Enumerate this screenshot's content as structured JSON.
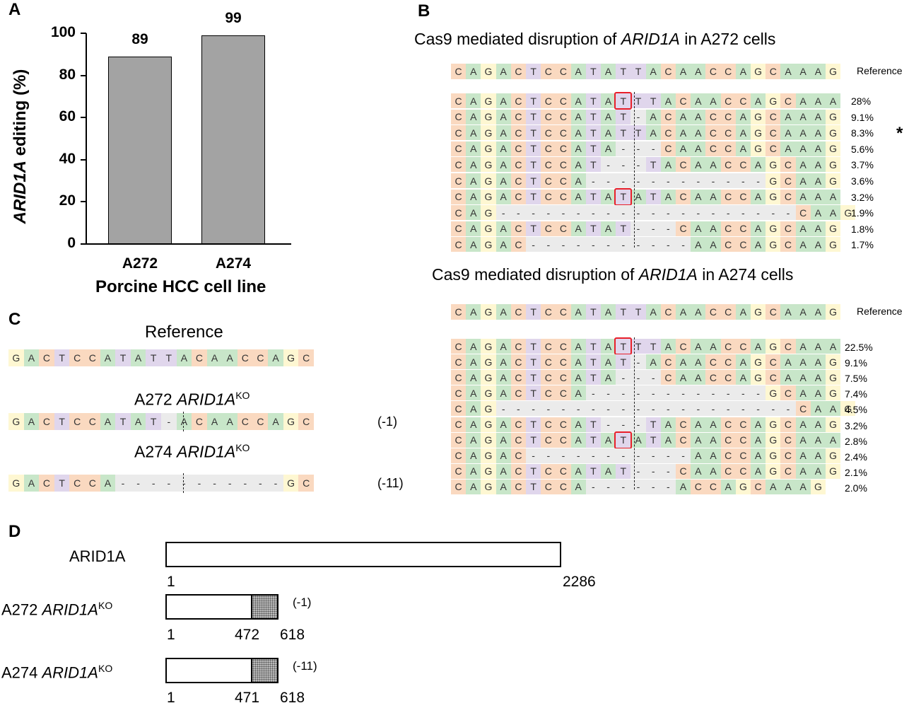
{
  "panels": {
    "a": "A",
    "b": "B",
    "c": "C",
    "d": "D"
  },
  "colors": {
    "A": "#c8e6c9",
    "C": "#fad9c0",
    "G": "#fef7d2",
    "T": "#e0d6ec",
    "-": "#ebebeb",
    "bar": "#a3a3a3",
    "highlight": "#e8202a"
  },
  "chart_data": {
    "type": "bar",
    "categories": [
      "A272",
      "A274"
    ],
    "values": [
      89,
      99
    ],
    "data_labels": [
      "89",
      "99"
    ],
    "xlabel": "Porcine HCC cell line",
    "ylabel_italic": "ARID1A",
    "ylabel_rest": " editing (%)",
    "ylim": [
      0,
      100
    ],
    "yticks": [
      "0",
      "20",
      "40",
      "60",
      "80",
      "100"
    ],
    "grid": false
  },
  "panel_b": {
    "blocks": [
      {
        "title_pre": "Cas9 mediated disruption of ",
        "title_gene": "ARID1A",
        "title_post": " in A272 cells",
        "reference_label": "Reference",
        "reference": "CAGACTCCATATTACAACCAGCAAAG",
        "reads": [
          {
            "seq": "CAGACTCCATATTTACAACCAGCAAA",
            "pct": "28%",
            "box": 11
          },
          {
            "seq": "CAGACTCCATAT-ACAACCAGCAAAG",
            "pct": "9.1%"
          },
          {
            "seq": "CAGACTCCATATTACAACCAGCAAAG",
            "pct": "8.3%",
            "mark": "*"
          },
          {
            "seq": "CAGACTCCATA---CAACCAGCAAAG",
            "pct": "5.6%"
          },
          {
            "seq": "CAGACTCCAT---TACAACCAGCAAG",
            "pct": "3.7%"
          },
          {
            "seq": "CAGACTCCA------------GCAAG",
            "pct": "3.6%"
          },
          {
            "seq": "CAGACTCCATATATACAACCAGCAAA",
            "pct": "3.2%",
            "box": 11
          },
          {
            "seq": "CAG--------------------CAAG",
            "pct": "1.9%"
          },
          {
            "seq": "CAGACTCCATAT---CAACCAGCAAG",
            "pct": "1.8%"
          },
          {
            "seq": "CAGAC-----------AACCAGCAAG",
            "pct": "1.7%"
          }
        ]
      },
      {
        "title_pre": "Cas9 mediated disruption of ",
        "title_gene": "ARID1A",
        "title_post": " in A274 cells",
        "reference_label": "Reference",
        "reference": "CAGACTCCATATTACAACCAGCAAAG",
        "reads": [
          {
            "seq": "CAGACTCCATATTTACAACCAGCAAA",
            "pct": "22.5%",
            "box": 11
          },
          {
            "seq": "CAGACTCCATAT-ACAACCAGCAAAG",
            "pct": "9.1%"
          },
          {
            "seq": "CAGACTCCATA---CAACCAGCAAAG",
            "pct": "7.5%"
          },
          {
            "seq": "CAGACTCCA------------GCAAG",
            "pct": "7.4%"
          },
          {
            "seq": "CAG--------------------CAAG",
            "pct": "4.5%"
          },
          {
            "seq": "CAGACTCCAT---TACAACCAGCAAG",
            "pct": "3.2%"
          },
          {
            "seq": "CAGACTCCATATATACAACCAGCAAA",
            "pct": "2.8%",
            "box": 11
          },
          {
            "seq": "CAGAC-----------AACCAGCAAG",
            "pct": "2.4%"
          },
          {
            "seq": "CAGACTCCATAT---CAACCAGCAAG",
            "pct": "2.1%"
          },
          {
            "seq": "CAGACTCCA------ACCAGCAAAG",
            "pct": "2.0%"
          }
        ]
      }
    ]
  },
  "panel_c": {
    "reference_label": "Reference",
    "reference": "GACTCCATATTACAACCAGC",
    "ko": [
      {
        "line": "A272 ",
        "gene": "ARID1A",
        "sup": "KO",
        "seq": "GACTCCATAT-ACAACCAGC",
        "note": "(-1)"
      },
      {
        "line": "A274 ",
        "gene": "ARID1A",
        "sup": "KO",
        "seq": "GACTCCA-----------GC",
        "note": "(-11)"
      }
    ]
  },
  "panel_d": {
    "proteins": [
      {
        "name_plain": "ARID1A",
        "start": "1",
        "end": "2286",
        "length": 2286
      },
      {
        "line": "A272 ",
        "gene": "ARID1A",
        "sup": "KO",
        "start": "1",
        "trunc": "472",
        "end": "618",
        "note": "(-1)",
        "trunc_value": 472,
        "end_value": 618
      },
      {
        "line": "A274 ",
        "gene": "ARID1A",
        "sup": "KO",
        "start": "1",
        "trunc": "471",
        "end": "618",
        "note": "(-11)",
        "trunc_value": 471,
        "end_value": 618
      }
    ]
  }
}
